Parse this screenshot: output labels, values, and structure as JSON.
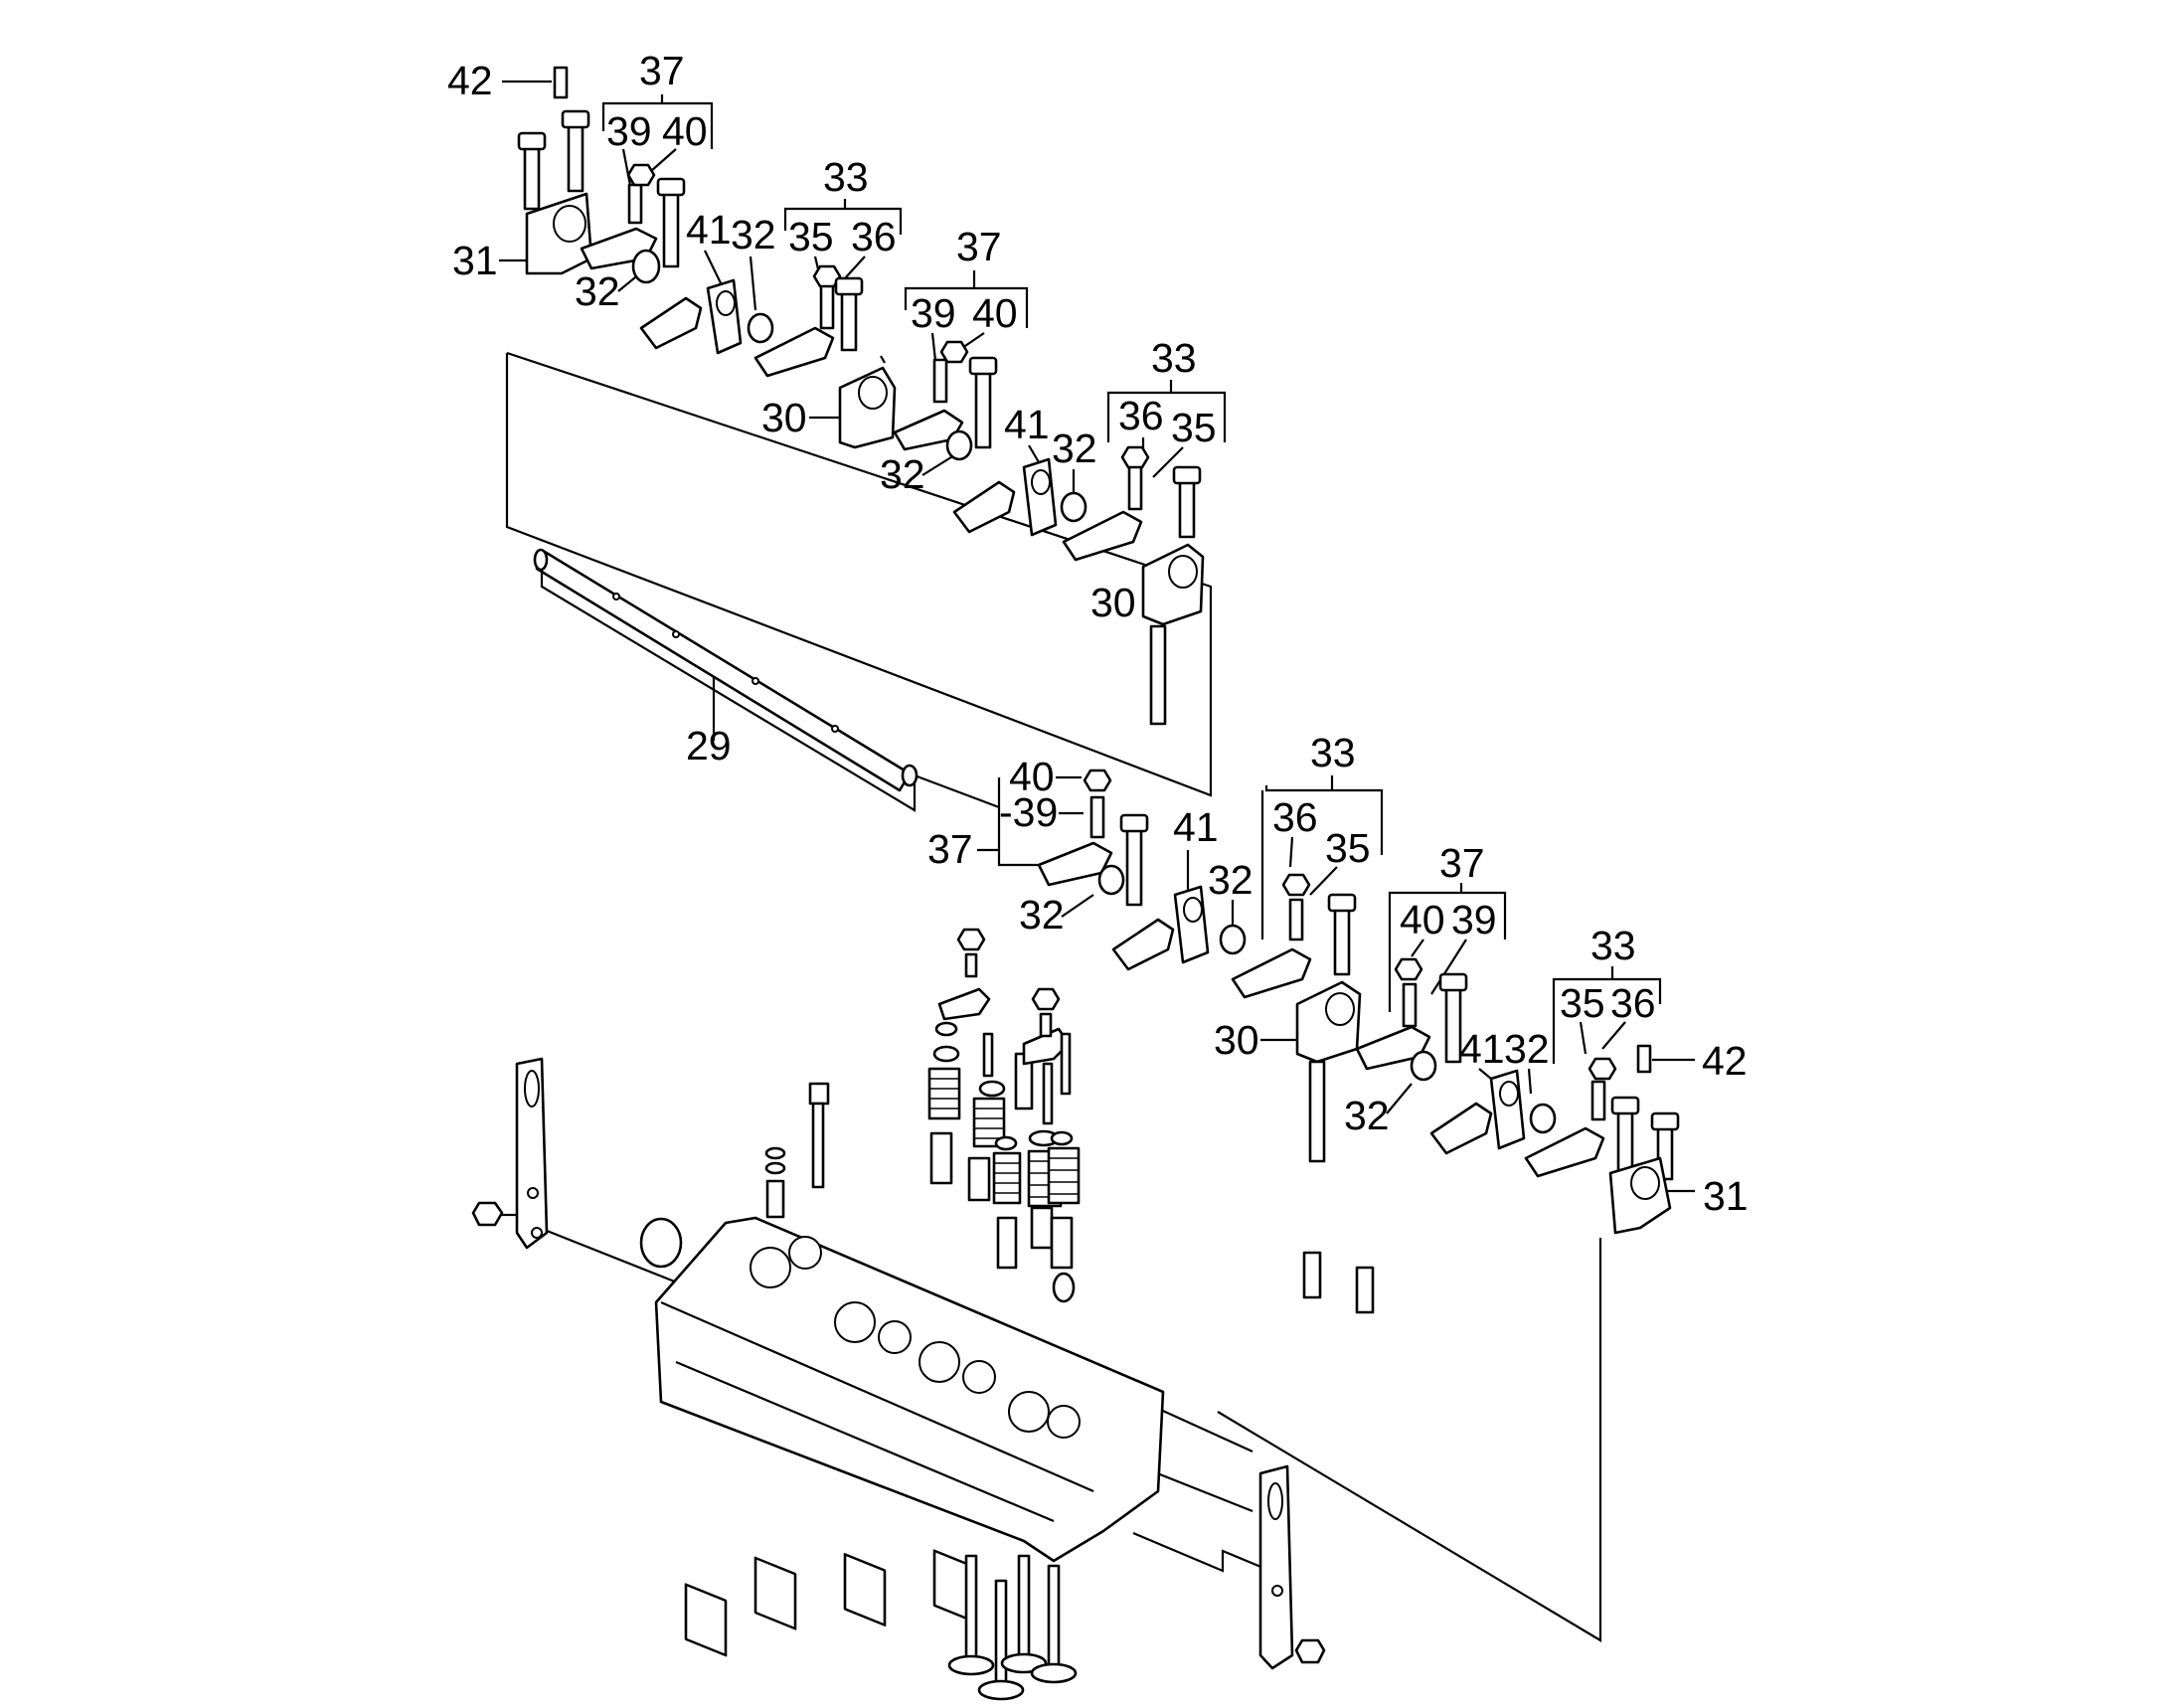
{
  "callouts": {
    "c42a": "42",
    "c37a": "37",
    "c39a": "39",
    "c40a": "40",
    "c31a": "31",
    "c32a": "32",
    "c32b": "32",
    "c41a": "41",
    "c33a": "33",
    "c35a": "35",
    "c36a": "36",
    "c37b": "37",
    "c39b": "39",
    "c40b": "40",
    "c30a": "30",
    "c32c": "32",
    "c41b": "41",
    "c32d": "32",
    "c33b": "33",
    "c36b": "36",
    "c35b": "35",
    "c30b": "30",
    "c29": "29",
    "c40c": "40",
    "c39c": "-39",
    "c37c": "37",
    "c32e": "32",
    "c41c": "41",
    "c33c": "33",
    "c36c": "36",
    "c35c": "35",
    "c32f": "32",
    "c37d": "37",
    "c40d": "40",
    "c39d": "39",
    "c30c": "30",
    "c32g": "32",
    "c41d": "41",
    "c32h": "32",
    "c33d": "33",
    "c35d": "35",
    "c36d": "36",
    "c42b": "42",
    "c31b": "31"
  }
}
